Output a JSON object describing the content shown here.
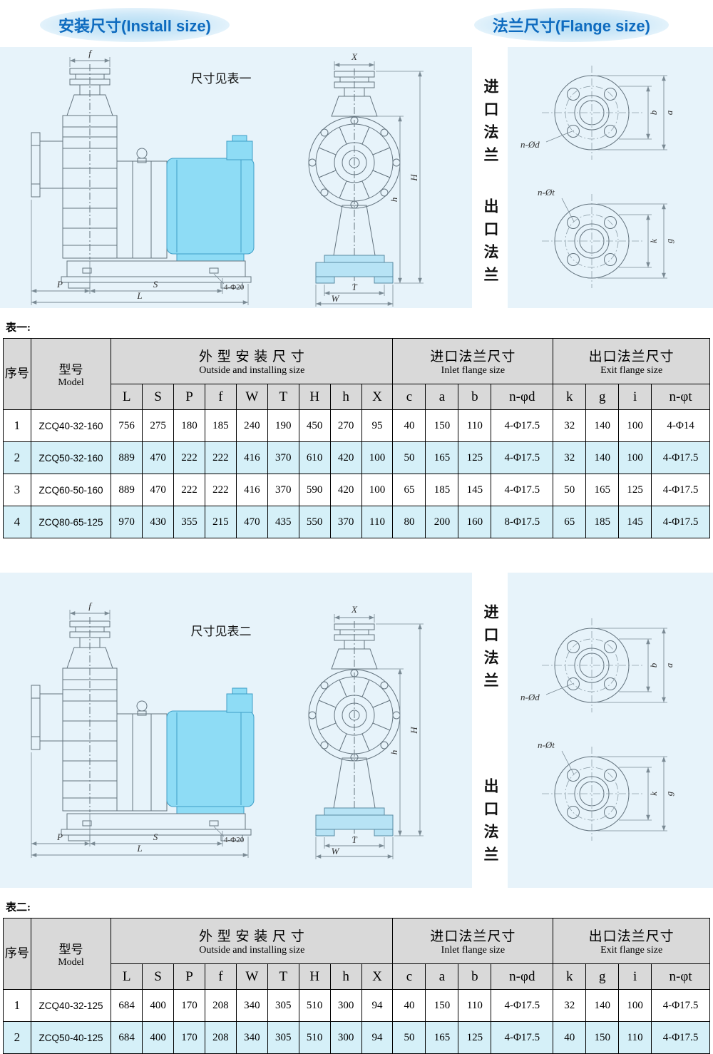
{
  "header": {
    "install_title": "安装尺寸(Install size)",
    "flange_title": "法兰尺寸(Flange size)"
  },
  "drawing_labels": {
    "inlet_flange": "进口法兰",
    "outlet_flange": "出口法兰",
    "dims": {
      "f": "f",
      "P": "P",
      "S": "S",
      "L": "L",
      "X": "X",
      "H": "H",
      "h": "h",
      "T": "T",
      "W": "W"
    },
    "base_bolt_note": "4-Φ20",
    "inlet_bolt_note": "n-Ød",
    "outlet_bolt_note": "n-Øt",
    "inlet_dim_inner": "b",
    "inlet_dim_outer": "a",
    "outlet_dim_inner": "k",
    "outlet_dim_outer": "g"
  },
  "drawing1": {
    "note": "尺寸见表一"
  },
  "drawing2": {
    "note": "尺寸见表二"
  },
  "table1": {
    "caption": "表一:",
    "header": {
      "index": "序号",
      "model_zh": "型号",
      "model_en": "Model",
      "groups": [
        {
          "zh": "外 型 安 装 尺 寸",
          "en": "Outside and installing size",
          "cols": [
            "L",
            "S",
            "P",
            "f",
            "W",
            "T",
            "H",
            "h",
            "X"
          ]
        },
        {
          "zh": "进口法兰尺寸",
          "en": "Inlet flange size",
          "cols": [
            "c",
            "a",
            "b",
            "n-φd"
          ]
        },
        {
          "zh": "出口法兰尺寸",
          "en": "Exit flange size",
          "cols": [
            "k",
            "g",
            "i",
            "n-φt"
          ]
        }
      ]
    },
    "rows": [
      {
        "no": "1",
        "model": "ZCQ40-32-160",
        "values": [
          "756",
          "275",
          "180",
          "185",
          "240",
          "190",
          "450",
          "270",
          "95",
          "40",
          "150",
          "110",
          "4-Φ17.5",
          "32",
          "140",
          "100",
          "4-Φ14"
        ]
      },
      {
        "no": "2",
        "model": "ZCQ50-32-160",
        "values": [
          "889",
          "470",
          "222",
          "222",
          "416",
          "370",
          "610",
          "420",
          "100",
          "50",
          "165",
          "125",
          "4-Φ17.5",
          "32",
          "140",
          "100",
          "4-Φ17.5"
        ]
      },
      {
        "no": "3",
        "model": "ZCQ60-50-160",
        "values": [
          "889",
          "470",
          "222",
          "222",
          "416",
          "370",
          "590",
          "420",
          "100",
          "65",
          "185",
          "145",
          "4-Φ17.5",
          "50",
          "165",
          "125",
          "4-Φ17.5"
        ]
      },
      {
        "no": "4",
        "model": "ZCQ80-65-125",
        "values": [
          "970",
          "430",
          "355",
          "215",
          "470",
          "435",
          "550",
          "370",
          "110",
          "80",
          "200",
          "160",
          "8-Φ17.5",
          "65",
          "185",
          "145",
          "4-Φ17.5"
        ]
      }
    ]
  },
  "table2": {
    "caption": "表二:",
    "header": {
      "index": "序号",
      "model_zh": "型号",
      "model_en": "Model",
      "groups": [
        {
          "zh": "外 型 安 装 尺 寸",
          "en": "Outside and installing size",
          "cols": [
            "L",
            "S",
            "P",
            "f",
            "W",
            "T",
            "H",
            "h",
            "X"
          ]
        },
        {
          "zh": "进口法兰尺寸",
          "en": "Inlet flange size",
          "cols": [
            "c",
            "a",
            "b",
            "n-φd"
          ]
        },
        {
          "zh": "出口法兰尺寸",
          "en": "Exit flange size",
          "cols": [
            "k",
            "g",
            "i",
            "n-φt"
          ]
        }
      ]
    },
    "rows": [
      {
        "no": "1",
        "model": "ZCQ40-32-125",
        "values": [
          "684",
          "400",
          "170",
          "208",
          "340",
          "305",
          "510",
          "300",
          "94",
          "40",
          "150",
          "110",
          "4-Φ17.5",
          "32",
          "140",
          "100",
          "4-Φ17.5"
        ]
      },
      {
        "no": "2",
        "model": "ZCQ50-40-125",
        "values": [
          "684",
          "400",
          "170",
          "208",
          "340",
          "305",
          "510",
          "300",
          "94",
          "50",
          "165",
          "125",
          "4-Φ17.5",
          "40",
          "150",
          "110",
          "4-Φ17.5"
        ]
      }
    ]
  }
}
